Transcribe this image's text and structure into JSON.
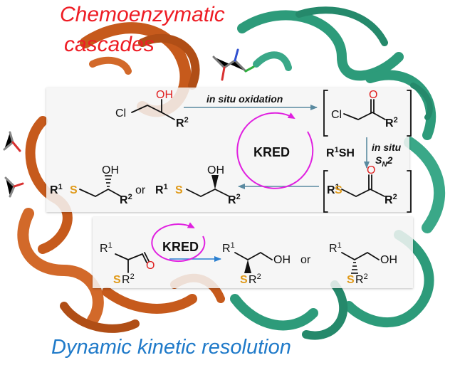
{
  "titles": {
    "top_line1": "Chemoenzymatic",
    "top_line2": "cascades",
    "bottom": "Dynamic kinetic resolution"
  },
  "colors": {
    "title_top": "#ee1c24",
    "title_bottom": "#1f7ac9",
    "protein_orange": "#c65a1c",
    "protein_teal": "#2d9b7a",
    "cycle_magenta": "#e020e0",
    "sulfur_orange": "#e09a1a",
    "oxygen_red": "#e02020",
    "arrow_slate": "#5a8aa0",
    "arrow_blue": "#2a7fd0"
  },
  "scheme_top": {
    "reagent_arrow_top": "in situ oxidation",
    "reagent_down_1": "in situ",
    "reagent_down_2": "S",
    "reagent_down_2_sub": "N",
    "reagent_down_2_tail": "2",
    "enzyme": "KRED",
    "thiol_R": "R",
    "thiol_sup": "1",
    "thiol_SH": "SH",
    "start_Cl": "Cl",
    "start_OH": "OH",
    "start_R": "R",
    "start_R_sup": "2",
    "ketone_Cl": "Cl",
    "ketone_O": "O",
    "ketone_R": "R",
    "ketone_R_sup": "2",
    "sulfide_R": "R",
    "sulfide_R_sup": "1",
    "sulfide_S": "S",
    "sulfide_O": "O",
    "sulfide_R2": "R",
    "sulfide_R2_sup": "2",
    "product1_R": "R",
    "product1_R_sup": "1",
    "product1_S": "S",
    "product1_OH": "OH",
    "product1_R2": "R",
    "product1_R2_sup": "2",
    "or_label": "or",
    "product2_R": "R",
    "product2_R_sup": "1",
    "product2_S": "S",
    "product2_OH": "OH",
    "product2_R2": "R",
    "product2_R2_sup": "2"
  },
  "scheme_bottom": {
    "enzyme": "KRED",
    "ald_R1": "R",
    "ald_R1_sup": "1",
    "ald_O": "O",
    "ald_S": "S",
    "ald_SR": "R",
    "ald_SR_sup": "2",
    "p1_R1": "R",
    "p1_R1_sup": "1",
    "p1_OH": "OH",
    "p1_S": "S",
    "p1_SR": "R",
    "p1_SR_sup": "2",
    "or_label": "or",
    "p2_R1": "R",
    "p2_R1_sup": "1",
    "p2_OH": "OH",
    "p2_S": "S",
    "p2_SR": "R",
    "p2_SR_sup": "2"
  }
}
